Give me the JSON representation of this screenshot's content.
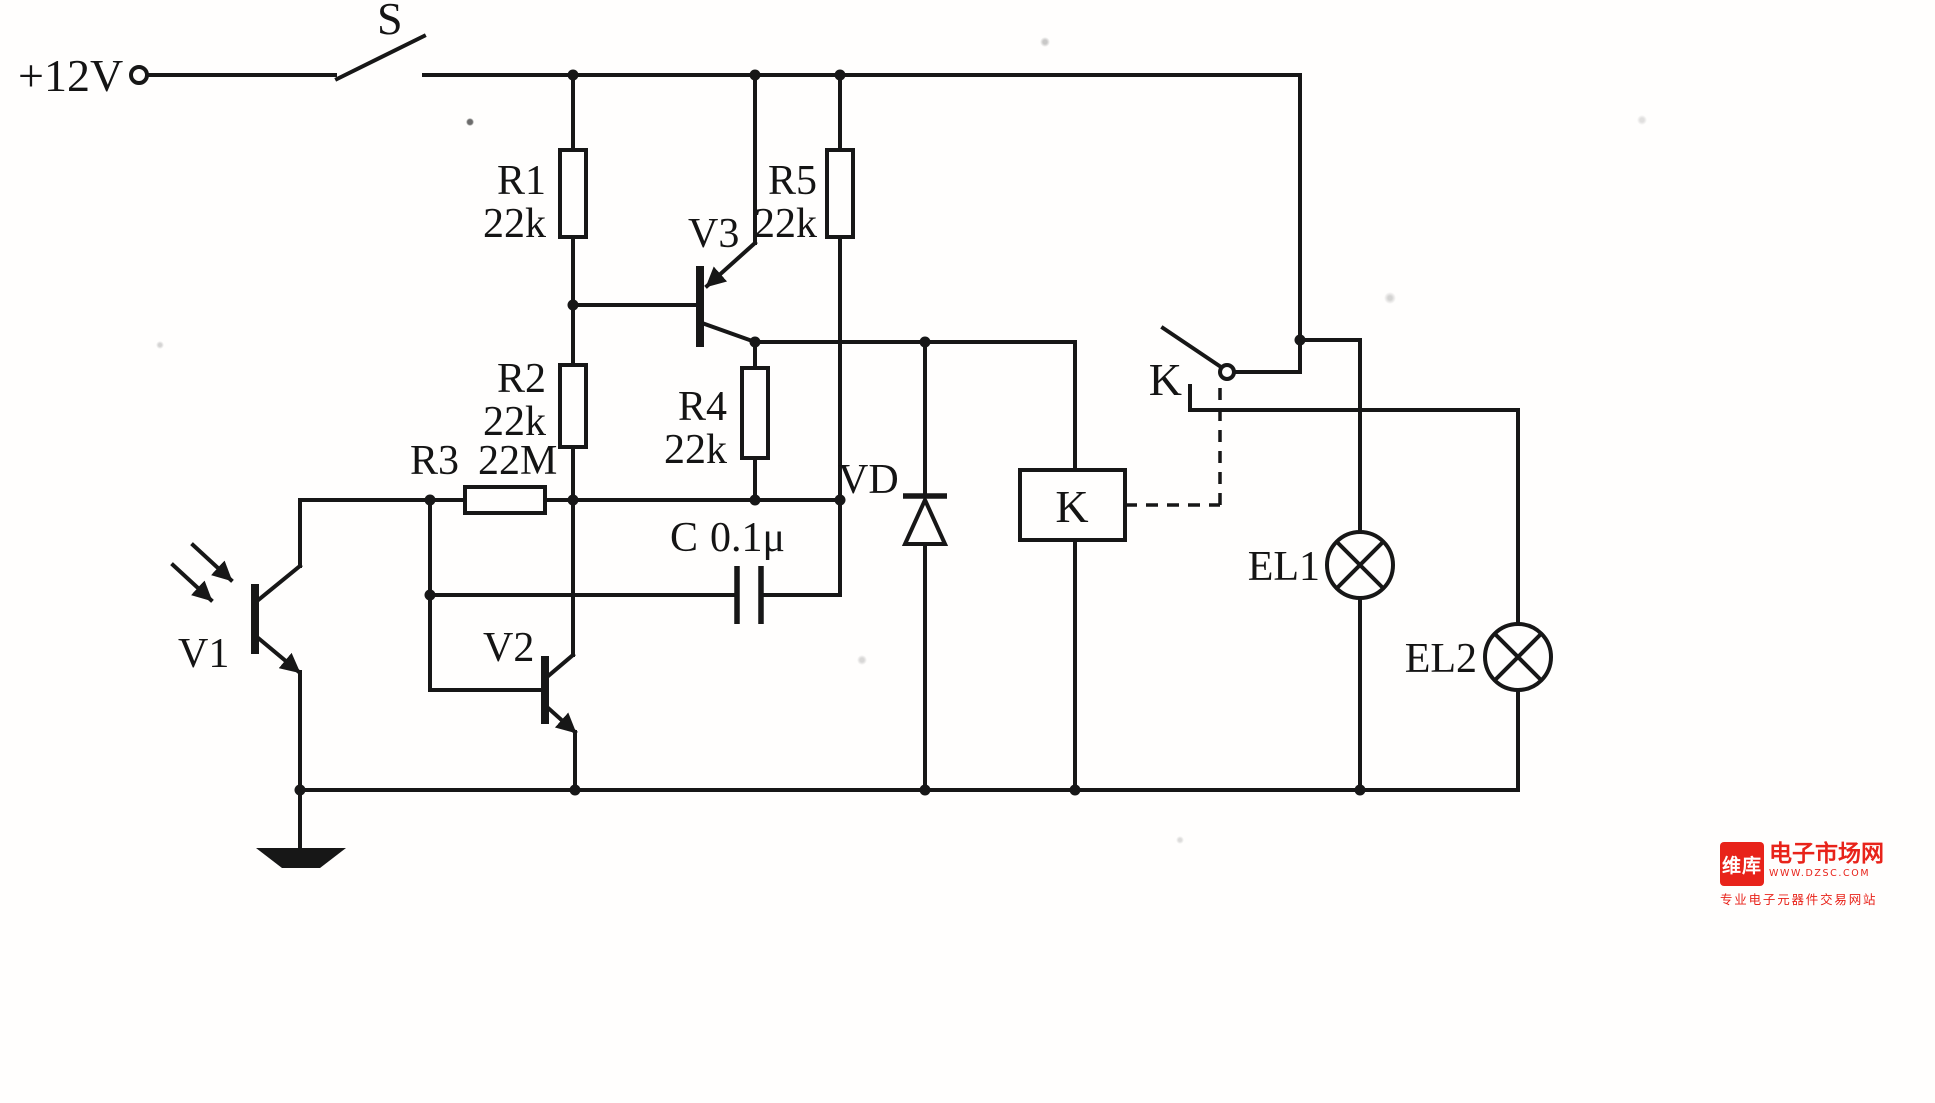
{
  "diagram": {
    "type": "circuit-schematic",
    "power_label": "+12V",
    "switch_label": "S",
    "resistors": [
      {
        "ref": "R1",
        "value": "22k"
      },
      {
        "ref": "R2",
        "value": "22k"
      },
      {
        "ref": "R3",
        "value": "22M"
      },
      {
        "ref": "R4",
        "value": "22k"
      },
      {
        "ref": "R5",
        "value": "22k"
      }
    ],
    "transistors": [
      {
        "ref": "V1"
      },
      {
        "ref": "V2"
      },
      {
        "ref": "V3"
      }
    ],
    "capacitor": {
      "ref": "C",
      "value": "0.1μ"
    },
    "diode": {
      "ref": "VD"
    },
    "relay": {
      "coil": "K",
      "contact": "K"
    },
    "lamps": [
      {
        "ref": "EL1"
      },
      {
        "ref": "EL2"
      }
    ]
  },
  "watermark": {
    "logo": "维库",
    "name": "电子市场网",
    "url": "WWW.DZSC.COM",
    "tagline": "专业电子元器件交易网站"
  }
}
